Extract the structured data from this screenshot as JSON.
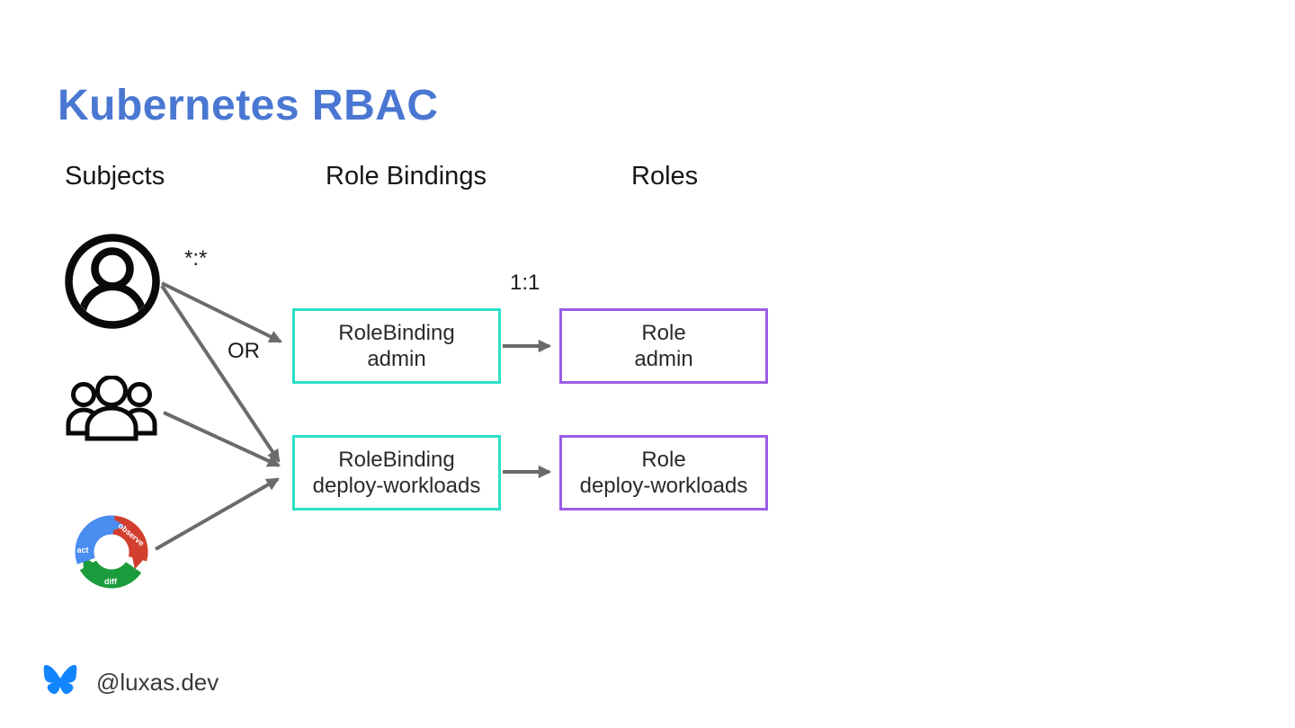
{
  "title": "Kubernetes RBAC",
  "columns": {
    "subjects": "Subjects",
    "role_bindings": "Role Bindings",
    "roles": "Roles"
  },
  "labels": {
    "subject_cardinality": "*:*",
    "or": "OR",
    "binding_cardinality": "1:1"
  },
  "boxes": {
    "rb_admin": {
      "line1": "RoleBinding",
      "line2": "admin"
    },
    "role_admin": {
      "line1": "Role",
      "line2": "admin"
    },
    "rb_deploy": {
      "line1": "RoleBinding",
      "line2": "deploy-workloads"
    },
    "role_deploy": {
      "line1": "Role",
      "line2": "deploy-workloads"
    }
  },
  "gitops_cycle": {
    "observe": "observe",
    "diff": "diff",
    "act": "act"
  },
  "footer": {
    "handle": "@luxas.dev"
  },
  "icons": {
    "subject_user": "user-icon",
    "subject_group": "group-icon",
    "subject_gitops": "gitops-cycle-icon",
    "footer_logo": "bluesky-butterfly-icon"
  },
  "colors": {
    "title_blue": "#4a77d2",
    "rolebinding_border_teal": "#2ce0c7",
    "role_border_purple": "#9b5de5",
    "arrow_gray": "#6b6b6b",
    "bluesky_blue": "#1185fe",
    "gitops_observe_red": "#d23f2e",
    "gitops_diff_green": "#1b9c3c",
    "gitops_act_blue": "#4a8df0"
  }
}
